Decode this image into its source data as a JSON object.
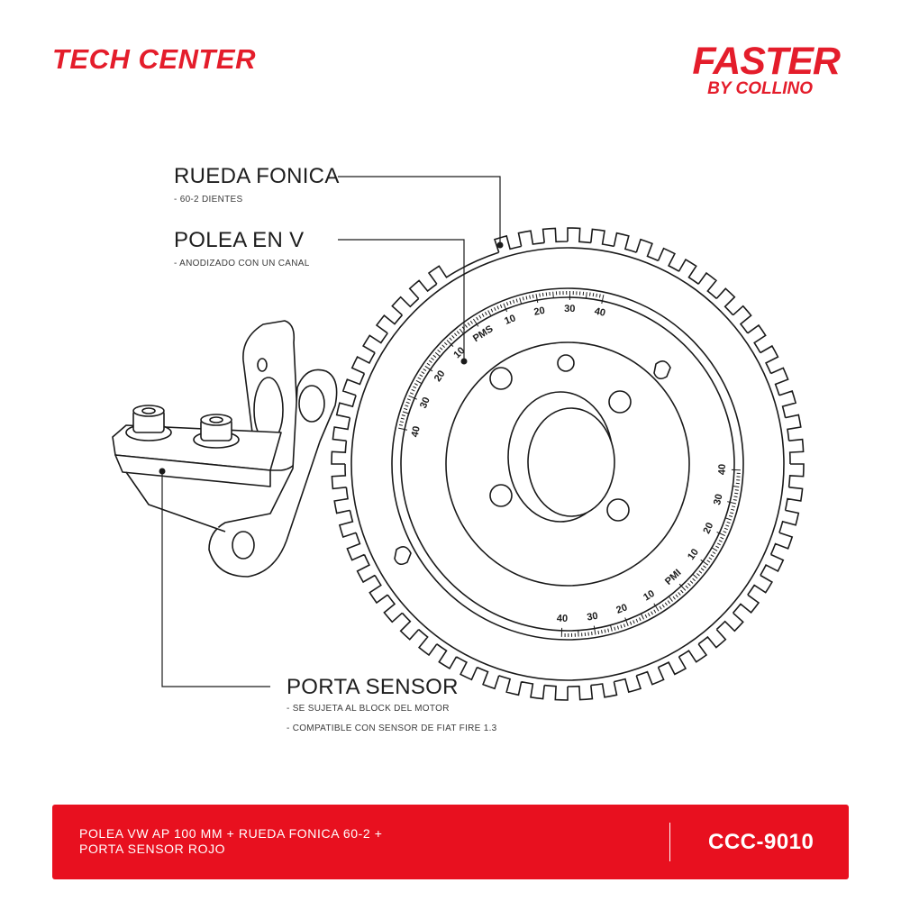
{
  "header": {
    "tech_center": "TECH CENTER",
    "brand_name": "FASTER",
    "brand_sub": "BY COLLINO",
    "accent_color": "#e41d2b"
  },
  "callouts": [
    {
      "title": "RUEDA FONICA",
      "notes": [
        "- 60-2 DIENTES"
      ]
    },
    {
      "title": "POLEA EN V",
      "notes": [
        "- ANODIZADO CON UN CANAL"
      ]
    },
    {
      "title": "PORTA SENSOR",
      "notes": [
        "- SE SUJETA AL BLOCK DEL MOTOR",
        "- COMPATIBLE CON SENSOR DE FIAT FIRE 1.3"
      ]
    }
  ],
  "scales": {
    "upper": [
      "40",
      "30",
      "20",
      "10",
      "PMS",
      "10",
      "20",
      "30",
      "40"
    ],
    "lower": [
      "40",
      "30",
      "20",
      "10",
      "PMI",
      "10",
      "20",
      "30",
      "40"
    ]
  },
  "footer": {
    "description_line1": "POLEA VW AP 100 MM + RUEDA FONICA 60-2 +",
    "description_line2": "PORTA SENSOR ROJO",
    "product_code": "CCC-9010",
    "bar_color": "#e8101f"
  }
}
